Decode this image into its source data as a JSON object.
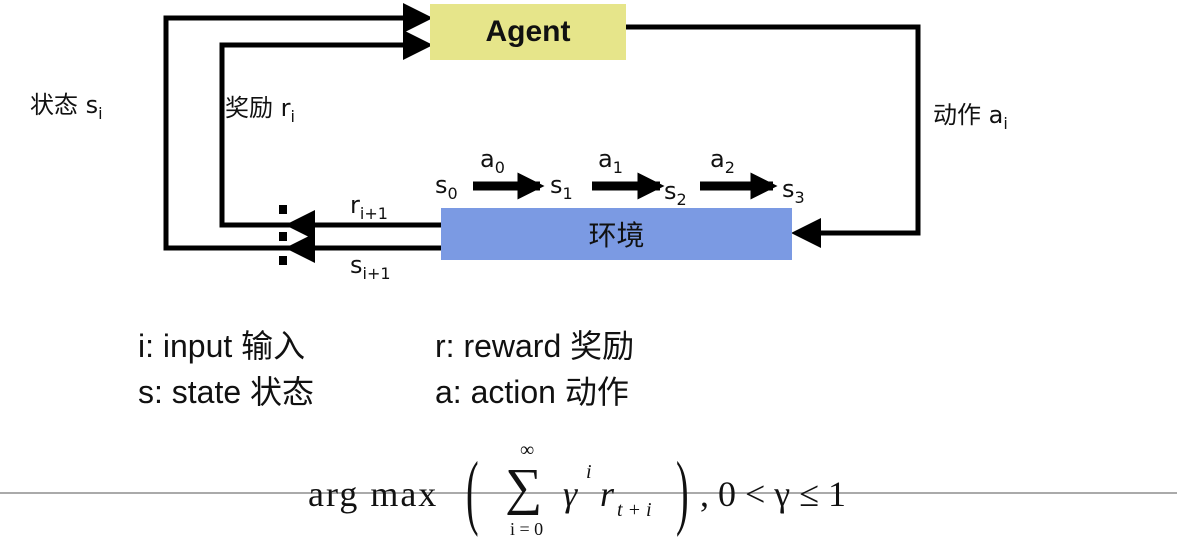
{
  "agent_label": "Agent",
  "env_label": "环境",
  "state_label": {
    "text": "状态 s",
    "sub": "i"
  },
  "reward_label": {
    "text": "奖励 r",
    "sub": "i"
  },
  "action_label": {
    "text": "动作 a",
    "sub": "i"
  },
  "next_reward": {
    "text": "r",
    "sub": "i+1"
  },
  "next_state": {
    "text": "s",
    "sub": "i+1"
  },
  "chain": {
    "states": [
      {
        "t": "s",
        "s": "0"
      },
      {
        "t": "s",
        "s": "1"
      },
      {
        "t": "s",
        "s": "2"
      },
      {
        "t": "s",
        "s": "3"
      }
    ],
    "actions": [
      {
        "t": "a",
        "s": "0"
      },
      {
        "t": "a",
        "s": "1"
      },
      {
        "t": "a",
        "s": "2"
      }
    ]
  },
  "legend": [
    {
      "text": "i: input  输入"
    },
    {
      "text": "r: reward  奖励"
    },
    {
      "text": "s: state 状态"
    },
    {
      "text": "a: action   动作"
    }
  ],
  "formula": {
    "argmax": "arg max",
    "sum_top": "∞",
    "sum_bottom": "i = 0",
    "gamma": "γ",
    "exp": "i",
    "r": "r",
    "r_sub": "t + i",
    "constraint": ", 0 < γ ≤ 1"
  },
  "colors": {
    "agent": "#e6e58a",
    "env": "#7b9ae3"
  }
}
